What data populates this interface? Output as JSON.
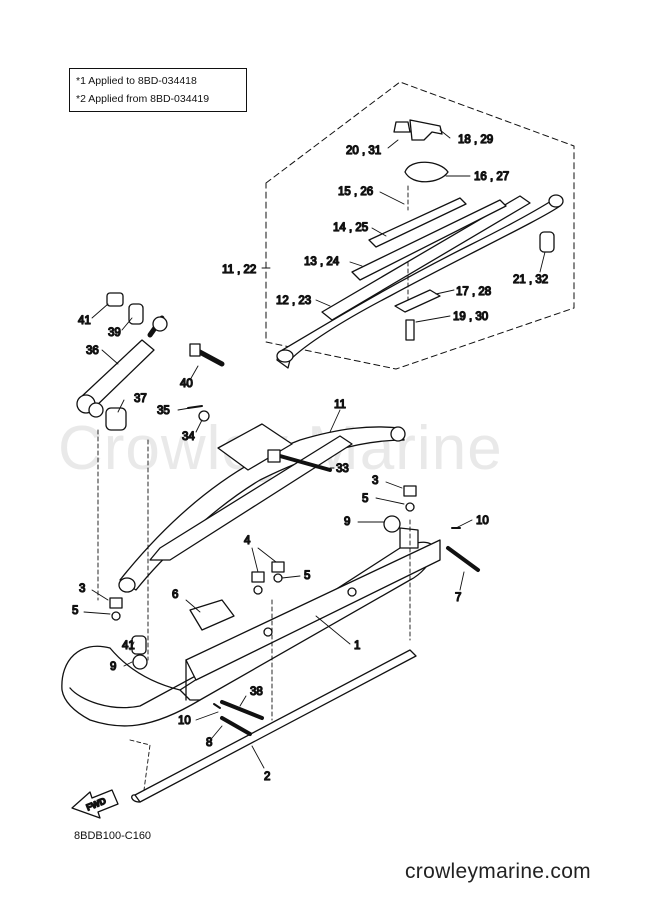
{
  "notes": [
    "*1 Applied to 8BD-034418",
    "*2 Applied from 8BD-034419"
  ],
  "diagram_code": "8BDB100-C160",
  "website": "crowleymarine.com",
  "watermark": "Crowley Marine",
  "fwd_label": "FWD",
  "callouts": {
    "c_18_29": "18 , 29",
    "c_20_31": "20 , 31",
    "c_16_27": "16 , 27",
    "c_15_26": "15 , 26",
    "c_14_25": "14 , 25",
    "c_13_24": "13 , 24",
    "c_11_22": "11 , 22",
    "c_21_32": "21 , 32",
    "c_12_23": "12 , 23",
    "c_17_28": "17 , 28",
    "c_19_30": "19 , 30",
    "c_41a": "41",
    "c_39": "39",
    "c_36": "36",
    "c_40": "40",
    "c_37": "37",
    "c_35": "35",
    "c_34": "34",
    "c_11": "11",
    "c_33": "33",
    "c_3a": "3",
    "c_5a": "5",
    "c_9a": "9",
    "c_10a": "10",
    "c_7": "7",
    "c_4": "4",
    "c_5b": "5",
    "c_6": "6",
    "c_1": "1",
    "c_3b": "3",
    "c_5c": "5",
    "c_41b": "41",
    "c_9b": "9",
    "c_38": "38",
    "c_10b": "10",
    "c_8": "8",
    "c_2": "2"
  }
}
